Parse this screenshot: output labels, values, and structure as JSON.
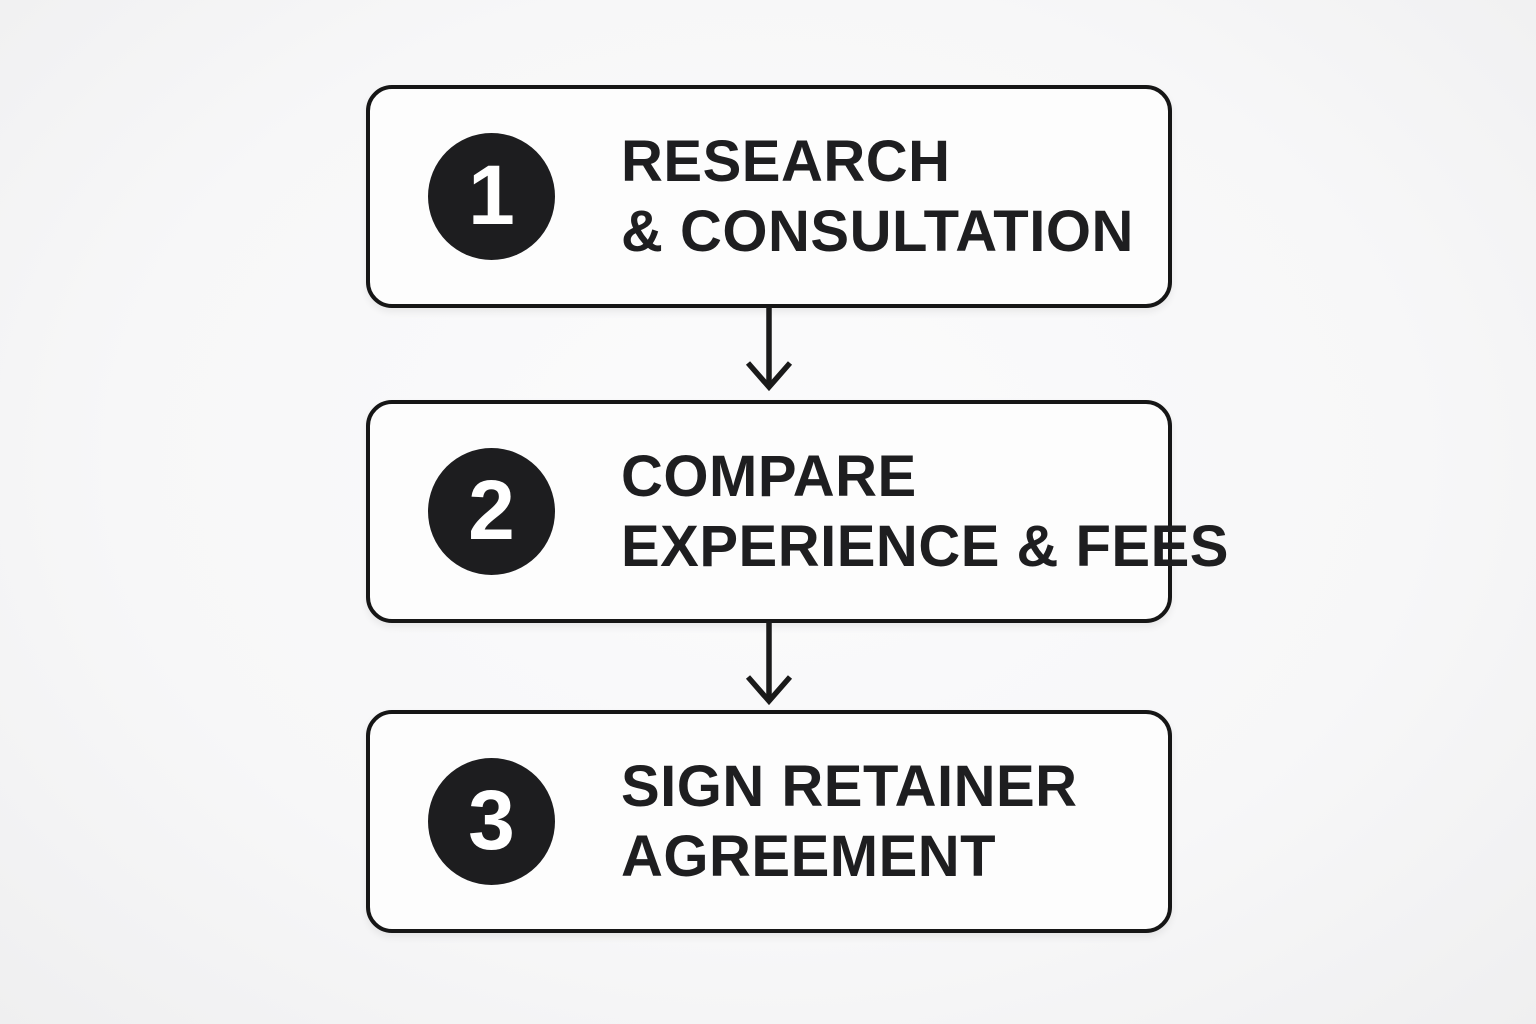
{
  "diagram": {
    "type": "flowchart",
    "direction": "top-to-bottom",
    "steps": [
      {
        "number": "1",
        "title_line1": "RESEARCH",
        "title_line2": "& CONSULTATION"
      },
      {
        "number": "2",
        "title_line1": "COMPARE",
        "title_line2": "EXPERIENCE & FEES"
      },
      {
        "number": "3",
        "title_line1": "SIGN RETAINER",
        "title_line2": "AGREEMENT"
      }
    ],
    "connectors": [
      {
        "from": "1",
        "to": "2",
        "style": "arrow-down"
      },
      {
        "from": "2",
        "to": "3",
        "style": "arrow-down"
      }
    ],
    "colors": {
      "background": "#f7f7f8",
      "box_fill": "#fdfdfd",
      "box_border": "#161616",
      "circle_fill": "#1d1d1f",
      "number_color": "#ffffff",
      "text_color": "#1e1e20",
      "arrow_color": "#1a1a1a"
    }
  }
}
